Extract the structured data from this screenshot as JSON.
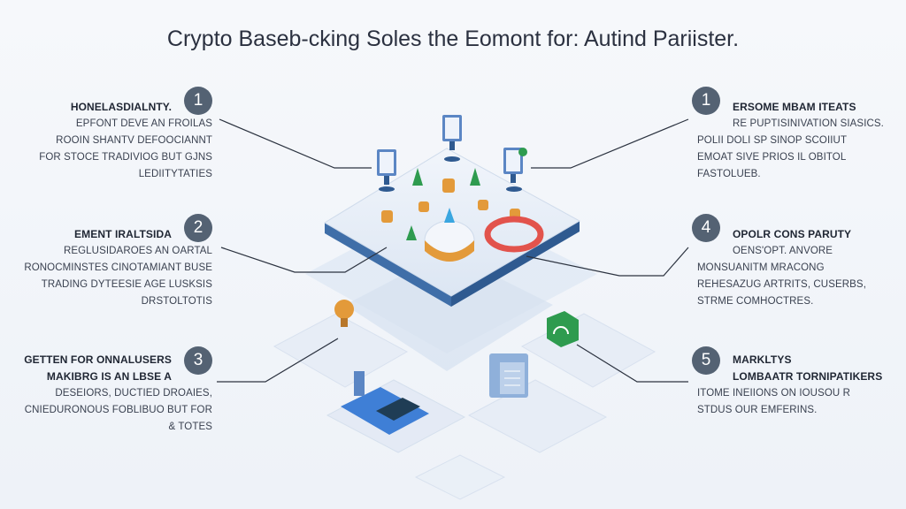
{
  "title": "Crypto Baseb-cking Soles the Eomont for: Autind Pariister.",
  "left": [
    {
      "number": "1",
      "heading": "HONELASDIALNTY.",
      "lines": [
        "EPFONT DEVE AN FROILAS",
        "ROOIN SHANTV DEFOOCIANNT",
        "FOR STOCE TRADIVIOG BUT GJNS",
        "LEDIITYTATIES"
      ]
    },
    {
      "number": "2",
      "heading": "EMENT IRALTSIDA",
      "lines": [
        "REGLUSIDAROES AN OARTAL",
        "RONOCMINSTES CINOTAMIANT BUSE",
        "TRADING DYTEESIE AGE LUSKSIS",
        "DRSTOLTOTIS"
      ]
    },
    {
      "number": "3",
      "heading": "GETTEN FOR ONNALUSERS",
      "heading2": "MAKIBRG IS AN LBSE A",
      "lines": [
        "DESEIORS, DUCTIED DROAIES,",
        "CNIEDURONOUS FOBLIBUO BUT FOR",
        "& TOTES"
      ]
    }
  ],
  "right": [
    {
      "number": "1",
      "heading": "ERSOME MBAM ITEATS",
      "lines": [
        "RE PUPTISINIVATION SIASICS.",
        "POLII DOLI SP SINOP SCOIIUT",
        "EMOAT SIVE PRIOS IL OBITOL",
        "FASTOLUEB."
      ]
    },
    {
      "number": "4",
      "heading": "OPOLR CONS PARUTY",
      "lines": [
        "OENS'OPT. ANVORE",
        "MONSUANITM MRACONG",
        "REHESAZUG ARTRITS, CUSERBS,",
        "STRME COMHOCTRES."
      ]
    },
    {
      "number": "5",
      "heading": "MARKLTYS",
      "heading2": "LOMBAATR TORNIPATIKERS",
      "lines": [
        "ITOME INEIIONS ON IOUSOU R",
        "STDUS OUR EMFERINS."
      ]
    }
  ],
  "colors": {
    "badge": "#546273",
    "platform_edge": "#3f6ea8",
    "accent_orange": "#e39a3a",
    "accent_green": "#2e9b4f",
    "accent_red": "#e2534c"
  }
}
